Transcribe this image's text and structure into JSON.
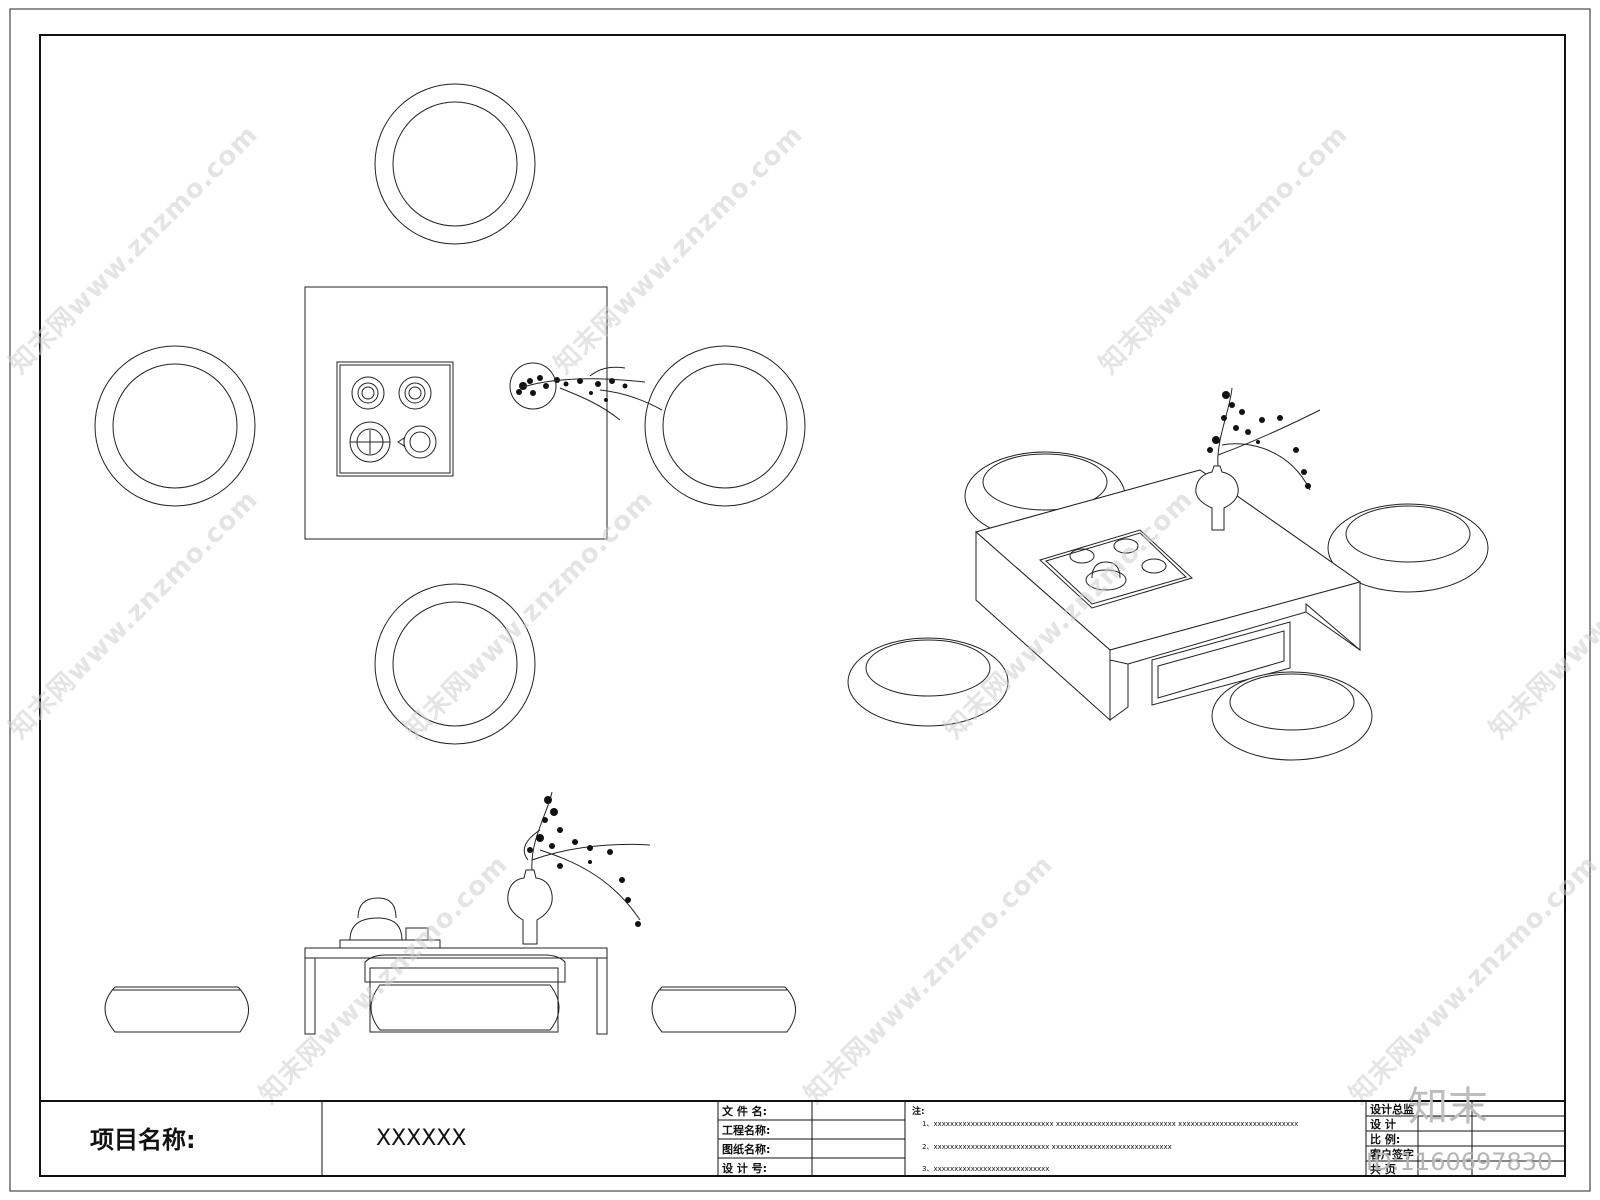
{
  "title_block": {
    "project_label": "项目名称:",
    "project_name": "XXXXXX",
    "file_name_label": "文 件 名:",
    "engineering_name_label": "工程名称:",
    "drawing_name_label": "图纸名称:",
    "design_no_label": "设 计 号:",
    "notes_label": "注:",
    "notes": [
      "1、xxxxxxxxxxxxxxxxxxxxxxxxxxxxx   xxxxxxxxxxxxxxxxxxxxxxxxxxxxx   xxxxxxxxxxxxxxxxxxxxxxxxxxxxx",
      "2、xxxxxxxxxxxxxxxxxxxxxxxxxxxx   xxxxxxxxxxxxxxxxxxxxxxxxxxxxx",
      "3、xxxxxxxxxxxxxxxxxxxxxxxxxxxx"
    ],
    "right_labels": [
      "设计总监",
      "设    计",
      "比    例:",
      "客户签字",
      "共    页"
    ]
  },
  "watermark": {
    "text": "知末网www.znzmo.com",
    "logo": "知末",
    "id": "ID:1160697830"
  },
  "colors": {
    "line": "#222222",
    "background": "#ffffff",
    "watermark": "#c8c8c8"
  }
}
